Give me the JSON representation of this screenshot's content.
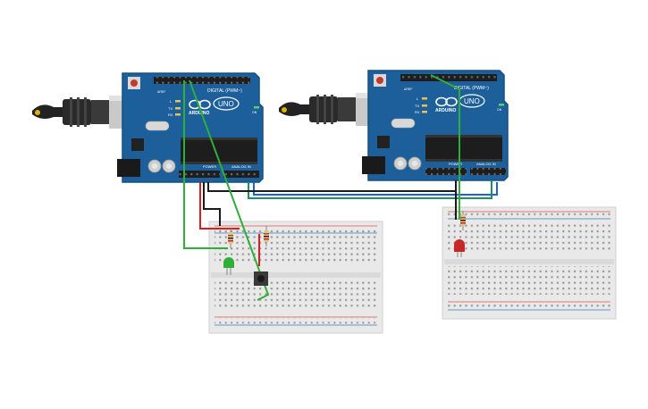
{
  "boards": [
    {
      "id": "arduino-1",
      "logo_text": "ARDUINO",
      "model_text": "UNO",
      "digital_label": "DIGITAL (PWM~)",
      "power_label": "POWER",
      "analog_label": "ANALOG IN",
      "tx_label": "TX",
      "rx_label": "RX",
      "l_label": "L",
      "on_label": "ON",
      "aref_label": "AREF"
    },
    {
      "id": "arduino-2",
      "logo_text": "ARDUINO",
      "model_text": "UNO",
      "digital_label": "DIGITAL (PWM~)",
      "power_label": "POWER",
      "analog_label": "ANALOG IN",
      "tx_label": "TX",
      "rx_label": "RX",
      "l_label": "L",
      "on_label": "ON",
      "aref_label": "AREF"
    }
  ],
  "components": {
    "led_left_color": "#2fae3a",
    "led_right_color": "#c62828",
    "wire_colors": {
      "black": "#1a1a1a",
      "red": "#d81f1f",
      "green": "#2fae3a",
      "blue": "#1f64c8",
      "teal": "#1d8f6a"
    }
  },
  "colors": {
    "board": "#1c5f9a",
    "board_dark": "#15507f",
    "breadboard": "#e9e9e9",
    "rail_red": "#d9534f",
    "rail_blue": "#3a78c2"
  }
}
